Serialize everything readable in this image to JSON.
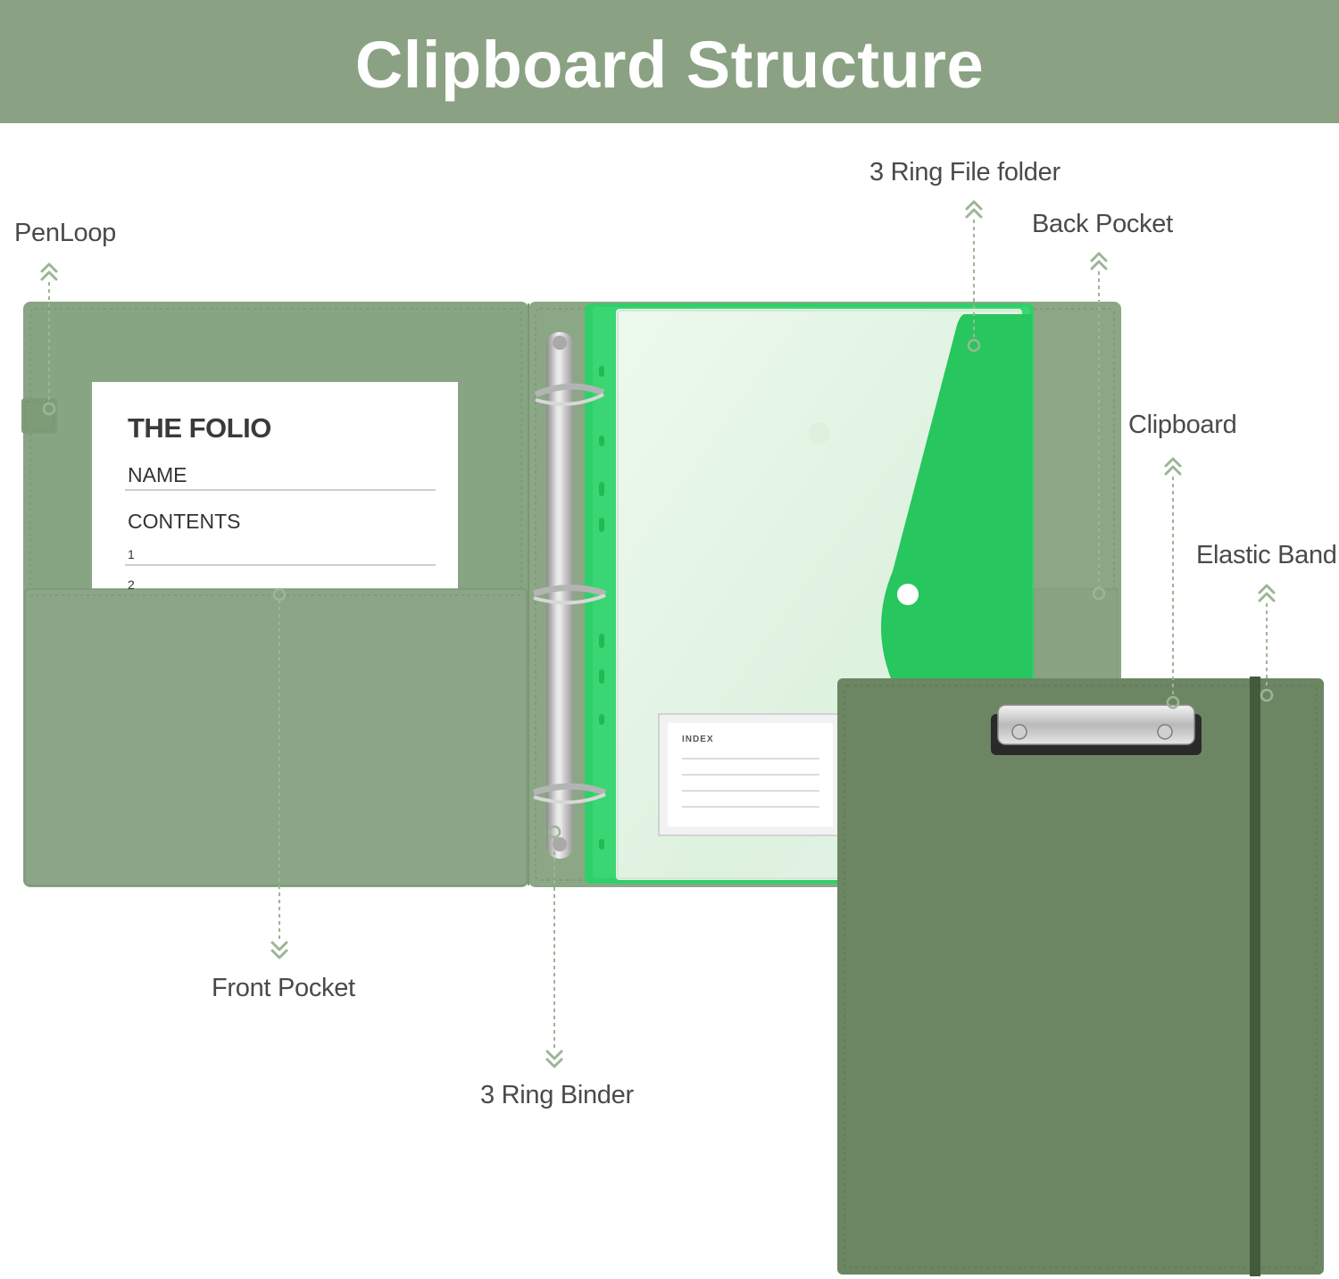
{
  "header": {
    "title": "Clipboard Structure"
  },
  "callouts": {
    "pen_loop": "PenLoop",
    "ring_file_folder": "3 Ring File folder",
    "back_pocket": "Back Pocket",
    "clipboard": "Clipboard",
    "elastic_band": "Elastic Band",
    "front_pocket": "Front Pocket",
    "ring_binder": "3 Ring Binder"
  },
  "folio_card": {
    "title": "THE FOLIO",
    "name_label": "NAME",
    "contents_label": "CONTENTS",
    "line_1": "1",
    "line_2": "2"
  },
  "index_tag": {
    "label": "INDEX"
  },
  "colors": {
    "header": "#8aa283",
    "folio_green": "#88a583",
    "clipboard_green": "#6c8663",
    "envelope_green": "#2ed067",
    "callout_line": "#9cb596",
    "label_text": "#4a4a4a"
  }
}
